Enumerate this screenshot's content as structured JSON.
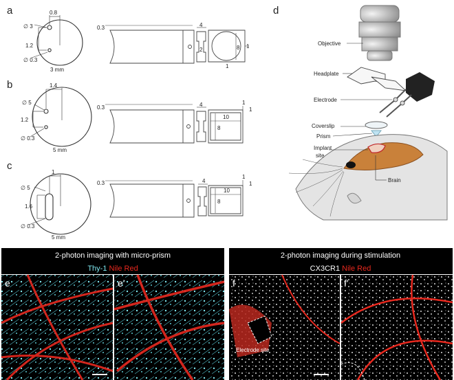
{
  "panels": {
    "a": "a",
    "b": "b",
    "c": "c",
    "d": "d",
    "e": "e",
    "e_prime": "e'",
    "f": "f",
    "f_prime": "f'"
  },
  "implant_a": {
    "hole_top": "3",
    "hole_bottom": "0.3",
    "offset_x": "0.8",
    "spacing": "1.2",
    "diameter": "3 mm",
    "plate_thickness": "0.3",
    "plate_width": "4",
    "plate_depth": "2",
    "ring_inner": "8",
    "ring_gap": "1",
    "bottom_gap": "1"
  },
  "implant_b": {
    "hole_top": "5",
    "hole_bottom": "0.3",
    "offset_x": "1.4",
    "spacing": "1.2",
    "diameter": "5 mm",
    "plate_thickness": "0.3",
    "plate_width": "4",
    "box_width": "10",
    "box_height": "8",
    "gap_top": "1",
    "gap_right": "1"
  },
  "implant_c": {
    "hole_top": "5",
    "hole_bottom": "0.3",
    "offset_x": "1",
    "slot_length": "1.6",
    "diameter": "5 mm",
    "plate_thickness": "0.3",
    "plate_width": "4",
    "box_width": "10",
    "box_height": "8",
    "gap_top": "1",
    "gap_right": "1"
  },
  "setup_labels": {
    "objective": "Objective",
    "headplate": "Headplate",
    "electrode": "Electrode",
    "coverslip": "Coverslip",
    "prism": "Prism",
    "implant_site_1": "Implant",
    "implant_site_2": "site",
    "brain": "Brain"
  },
  "imaging_left": {
    "header": "2-photon imaging with micro-prism",
    "channel1": "Thy-1",
    "channel2": "Nile Red"
  },
  "imaging_right": {
    "header": "2-photon imaging during stimulation",
    "channel1": "CX3CR1",
    "channel2": "Nile Red",
    "annotation": "Electrode site"
  },
  "colors": {
    "thy1": "#7fe6ee",
    "nile_red": "#e8281e",
    "cx3cr1": "#ffffff",
    "line": "#333333"
  }
}
